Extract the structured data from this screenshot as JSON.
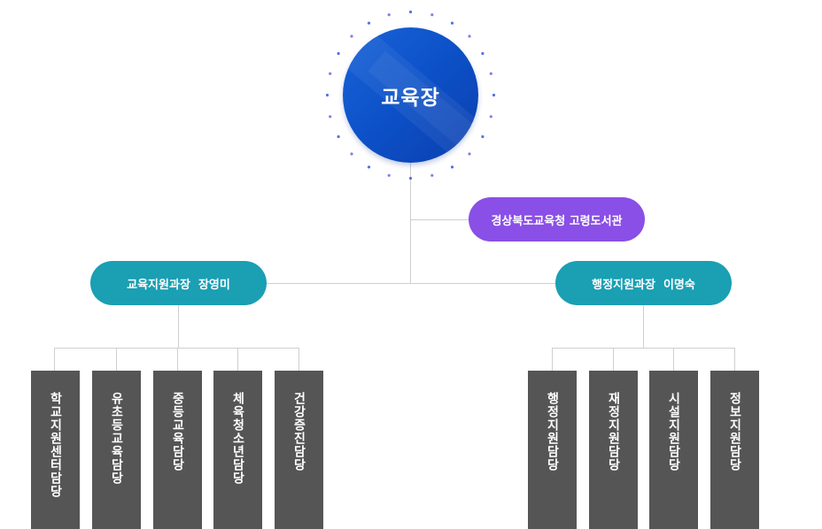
{
  "head": {
    "label": "교육장",
    "color": "#0d52c9"
  },
  "advisory": {
    "label": "경상북도교육청 고령도서관",
    "color": "#8a4fe6"
  },
  "divisions": [
    {
      "label": "교육지원과장  장영미",
      "color": "#1a9fb3",
      "teams": [
        "학교지원센터담당",
        "유초등교육담당",
        "중등교육담당",
        "체육청소년담당",
        "건강증진담당"
      ]
    },
    {
      "label": "행정지원과장  이명숙",
      "color": "#1a9fb3",
      "teams": [
        "행정지원담당",
        "재정지원담당",
        "시설지원담당",
        "정보지원담당"
      ]
    }
  ],
  "team_box_color": "#555555"
}
